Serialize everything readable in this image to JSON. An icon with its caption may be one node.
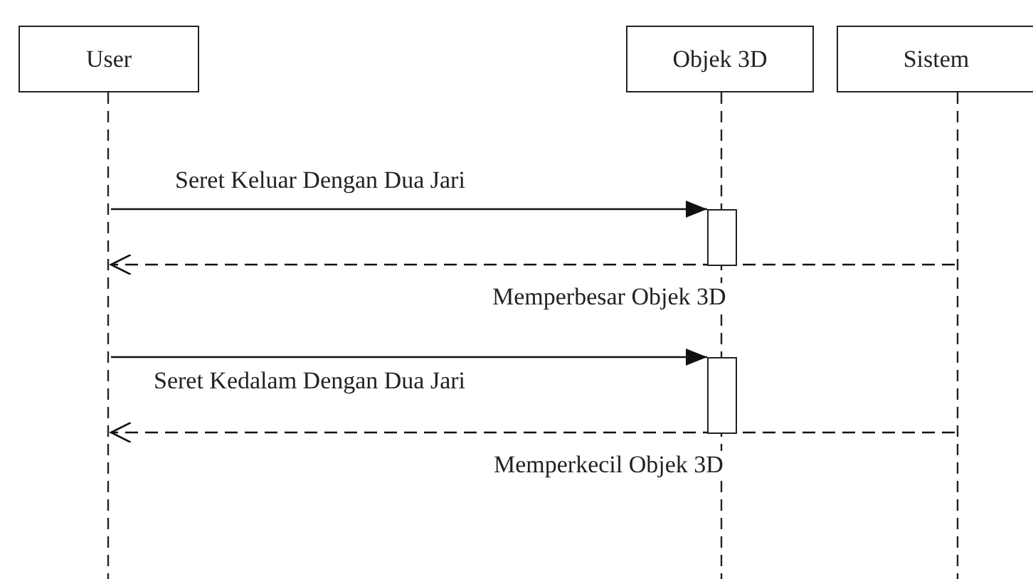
{
  "diagram": {
    "nodes": [
      {
        "text": [
          "User"
        ]
      },
      {
        "text": [
          "Objek 3D"
        ]
      },
      {
        "text": [
          "Sistem"
        ]
      },
      {
        "text": [],
        "shape": "line"
      },
      {
        "text": [],
        "shape": "line"
      },
      {
        "text": [],
        "shape": "line"
      },
      {
        "text": [],
        "shape": "box"
      },
      {
        "text": [],
        "shape": "box"
      }
    ],
    "edges": [
      {
        "from": 3,
        "to": 6,
        "arrow": "to",
        "label": "Seret Keluar Dengan Dua Jari"
      },
      {
        "from": 5,
        "to": 3,
        "arrow": "to",
        "style": "dashed",
        "label": "Memperbesar Objek 3D"
      },
      {
        "from": 3,
        "to": 7,
        "arrow": "to",
        "label": "Seret Kedalam Dengan Dua Jari"
      },
      {
        "from": 5,
        "to": 3,
        "arrow": "to",
        "style": "dashed",
        "label": "Memperkecil Objek 3D"
      }
    ]
  }
}
